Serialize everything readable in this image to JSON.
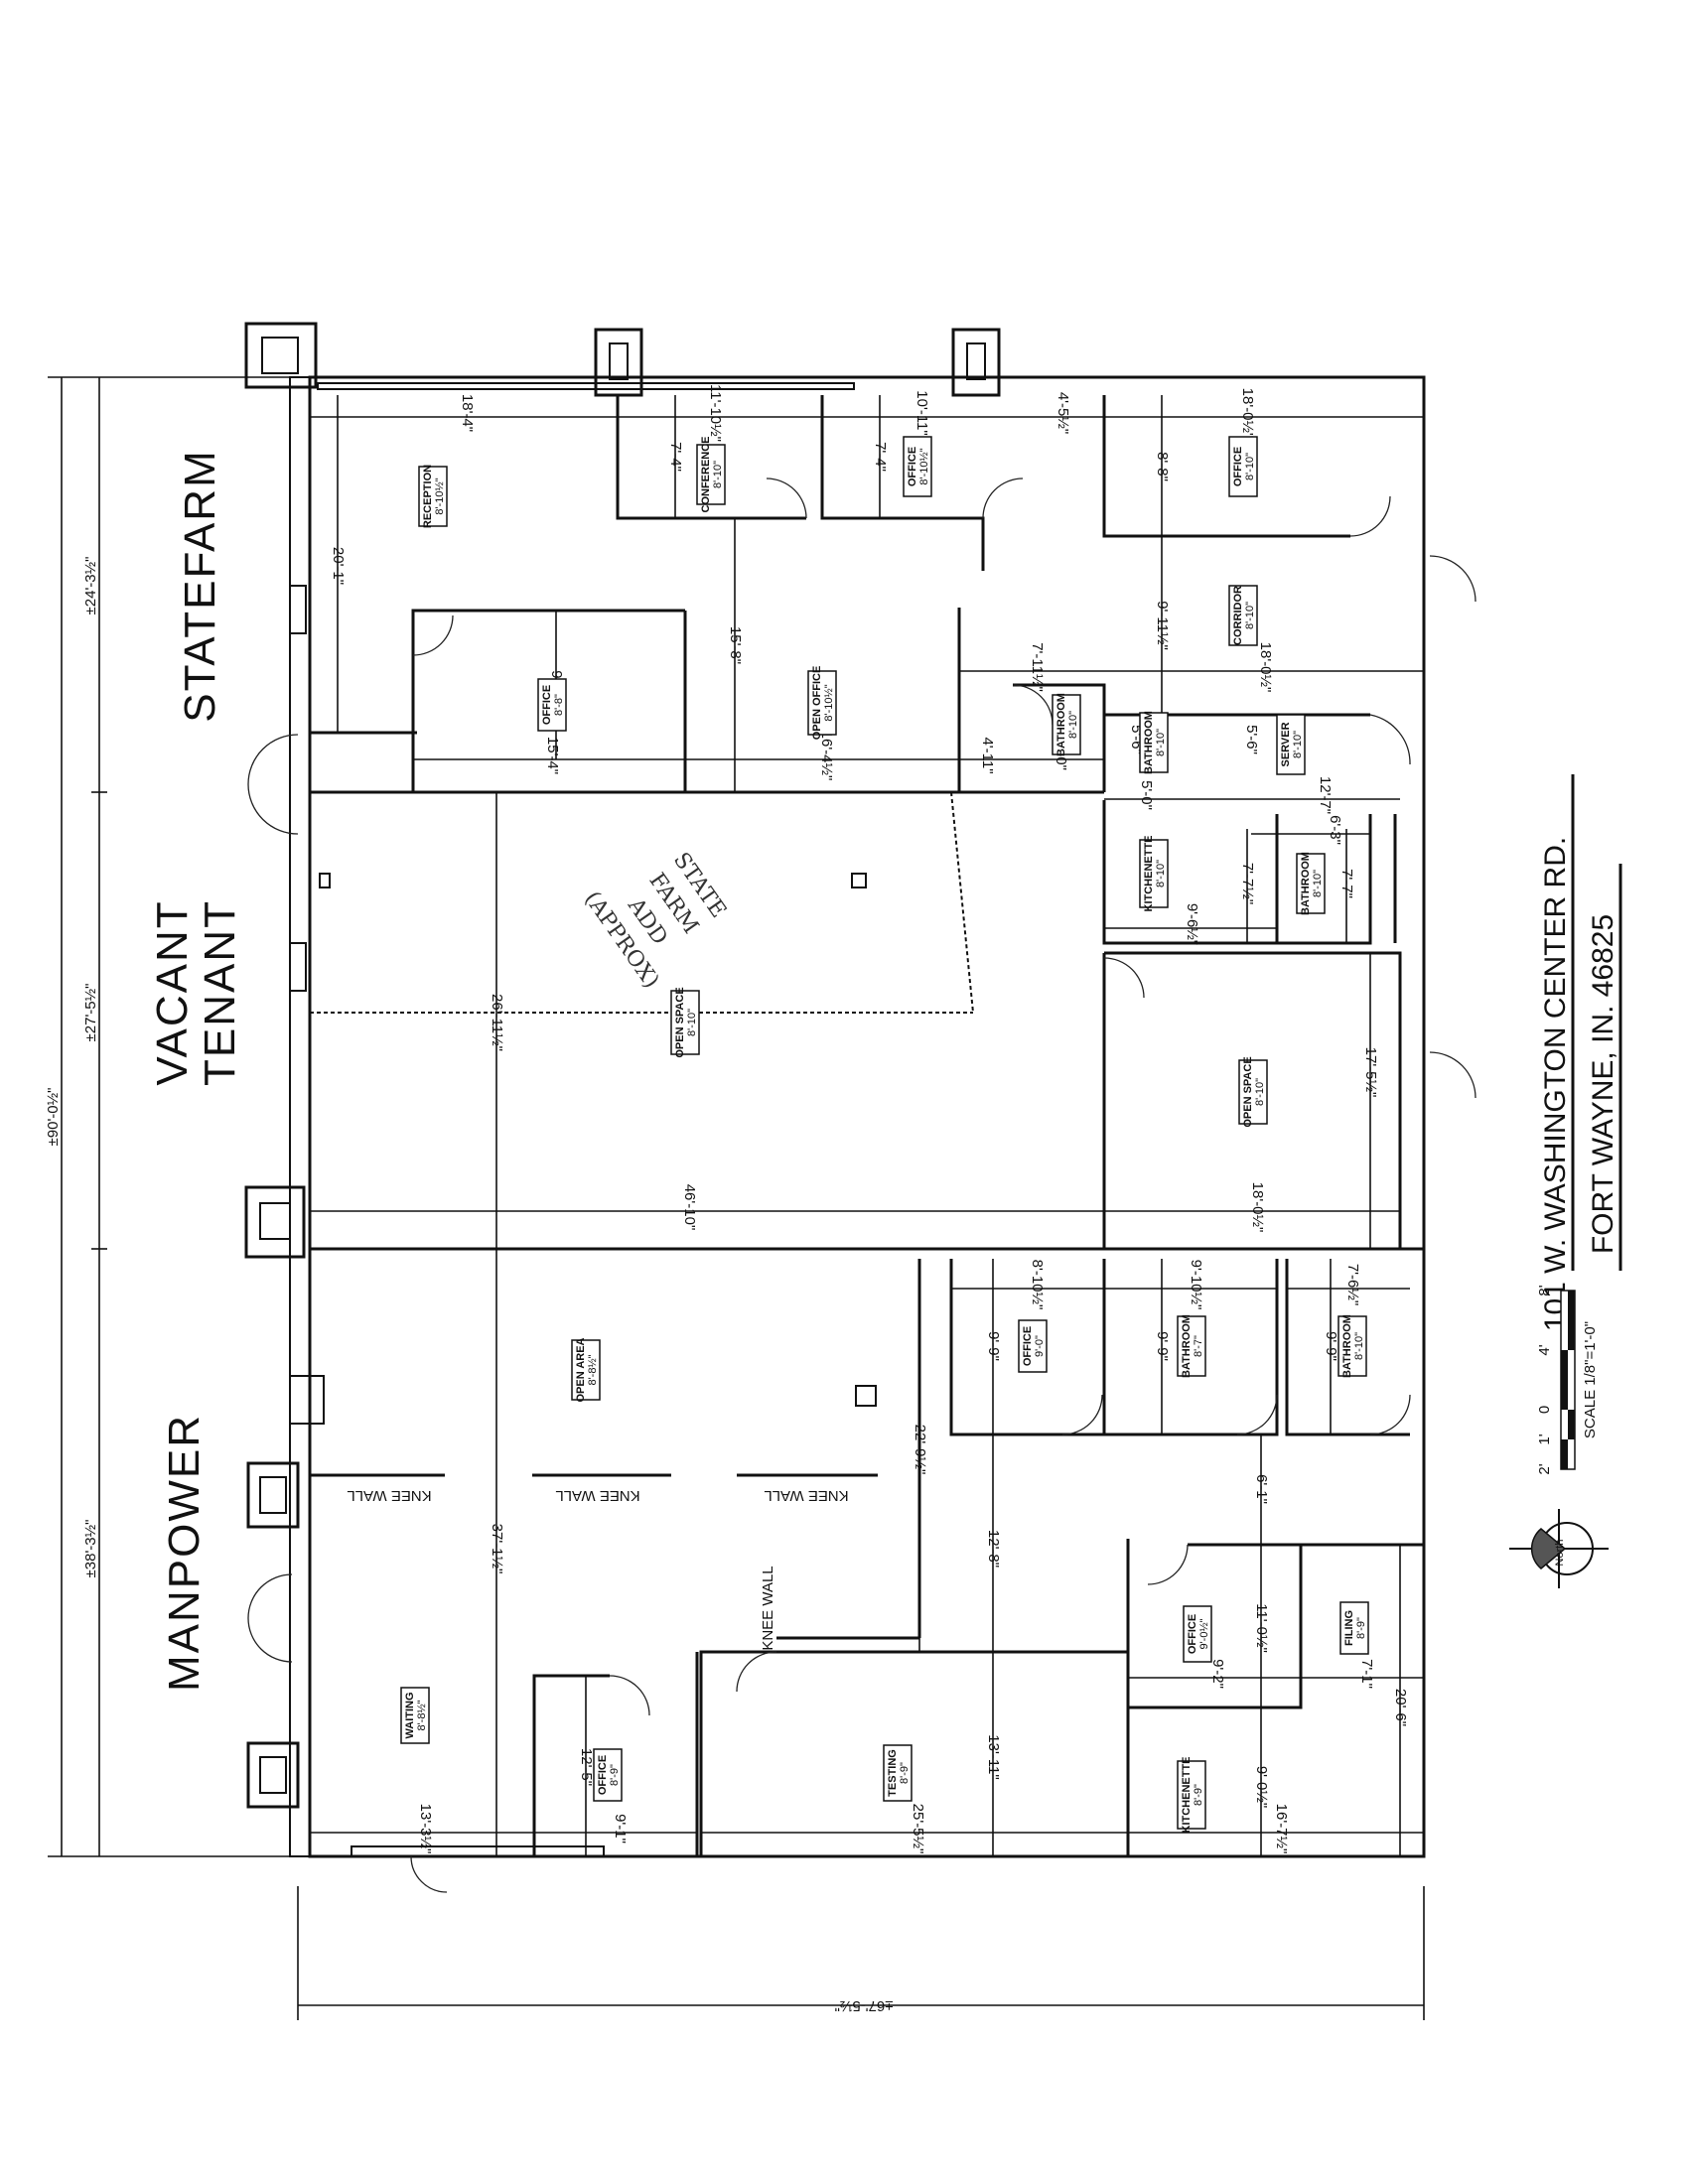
{
  "tenants": {
    "statefarm": "STATEFARM",
    "vacant": "VACANT",
    "tenant": "TENANT",
    "manpower": "MANPOWER"
  },
  "address": {
    "line1": "101 W. WASHINGTON CENTER RD.",
    "line2": "FORT WAYNE, IN. 46825"
  },
  "scale": {
    "label": "SCALE 1/8\"=1'-0\"",
    "ticks": [
      "2'",
      "1'",
      "0",
      "4'",
      "8'"
    ]
  },
  "north_label": "North",
  "handwritten_note": [
    "STATE",
    "FARM",
    "ADD",
    "(APPROX)"
  ],
  "overall": {
    "total_depth": "±90'-0½\"",
    "statefarm_depth": "±24'-3½\"",
    "vacant_depth": "±27'-5½\"",
    "manpower_depth": "±38'-3½\"",
    "total_width": "±67'-5½\""
  },
  "rooms": {
    "reception": {
      "name": "RECEPTION",
      "height": "8'-10½\""
    },
    "conference": {
      "name": "CONFERENCE",
      "height": "8'-10\""
    },
    "office_sf1": {
      "name": "OFFICE",
      "height": "8'-10½\""
    },
    "office_sf2": {
      "name": "OFFICE",
      "height": "8'-10\""
    },
    "corridor": {
      "name": "CORRIDOR",
      "height": "8'-10\""
    },
    "office_sf3": {
      "name": "OFFICE",
      "height": "8'-8\""
    },
    "open_office": {
      "name": "OPEN OFFICE",
      "height": "8'-10½\""
    },
    "bath_sf1": {
      "name": "BATHROOM",
      "height": "8'-10\""
    },
    "bath_sf2": {
      "name": "BATHROOM",
      "height": "8'-10\""
    },
    "server": {
      "name": "SERVER",
      "height": "8'-10\""
    },
    "kitchenette": {
      "name": "KITCHENETTE",
      "height": "8'-10\""
    },
    "bath_v": {
      "name": "BATHROOM",
      "height": "8'-10\""
    },
    "open_space1": {
      "name": "OPEN SPACE",
      "height": "8'-10\""
    },
    "open_space2": {
      "name": "OPEN SPACE",
      "height": "8'-10\""
    },
    "office_mp1": {
      "name": "OFFICE",
      "height": "9'-0\""
    },
    "bath_mp1": {
      "name": "BATHROOM",
      "height": "8'-7\""
    },
    "bath_mp2": {
      "name": "BATHROOM",
      "height": "8'-10\""
    },
    "open_area": {
      "name": "OPEN AREA",
      "height": "8'-8½\""
    },
    "office_mp2": {
      "name": "OFFICE",
      "height": "9'-0½\""
    },
    "filing": {
      "name": "FILING",
      "height": "8'-9\""
    },
    "waiting": {
      "name": "WAITING",
      "height": "8'-8½\""
    },
    "office_mp3": {
      "name": "OFFICE",
      "height": "8'-9\""
    },
    "testing": {
      "name": "TESTING",
      "height": "8'-9\""
    },
    "kitchenette_mp": {
      "name": "KITCHENETTE",
      "height": "8'-9\""
    }
  },
  "knee_walls": [
    "KNEE WALL",
    "KNEE WALL",
    "KNEE WALL",
    "KNEE WALL"
  ],
  "dims": {
    "d01": "18'-4\"",
    "d02": "11'-10½\"",
    "d03": "10'-11\"",
    "d04": "4'-5½\"",
    "d05": "18'-0½\"",
    "d06": "7'-4\"",
    "d07": "7'-4\"",
    "d08": "8'-8\"",
    "d09": "20'-1\"",
    "d10": "15'-8\"",
    "d11": "9'-11½\"",
    "d12": "9'-11½\"",
    "d13": "7'-11½\"",
    "d14": "18'-0½\"",
    "d15": "15'-4\"",
    "d16": "16'-4½\"",
    "d17": "4'-11\"",
    "d18": "8'-0\"",
    "d19": "5'-6\"",
    "d20": "5'-6\"",
    "d21": "5'-0\"",
    "d22": "12'-7\"",
    "d23": "6'-3\"",
    "d24": "7'-7½\"",
    "d25": "7'-7\"",
    "d26": "9'-6½\"",
    "d27": "26'-11½\"",
    "d28": "17'-5½\"",
    "d29": "46'-10\"",
    "d30": "18'-0½\"",
    "d31": "8'-10½\"",
    "d32": "9'-10½\"",
    "d33": "7'-6½\"",
    "d34": "9'-9\"",
    "d35": "9'-9\"",
    "d36": "9'-9\"",
    "d37": "22'-9½\"",
    "d38": "12'-8\"",
    "d39": "6'-1\"",
    "d40": "37'-1½\"",
    "d41": "11'-0½\"",
    "d42": "9'-2\"",
    "d43": "7'-1\"",
    "d44": "12'-5\"",
    "d45": "13'-11\"",
    "d46": "20'-6\"",
    "d47": "9'-0½\"",
    "d48": "13'-3½\"",
    "d49": "9'-1\"",
    "d50": "25'-5½\"",
    "d51": "16'-7½\""
  }
}
